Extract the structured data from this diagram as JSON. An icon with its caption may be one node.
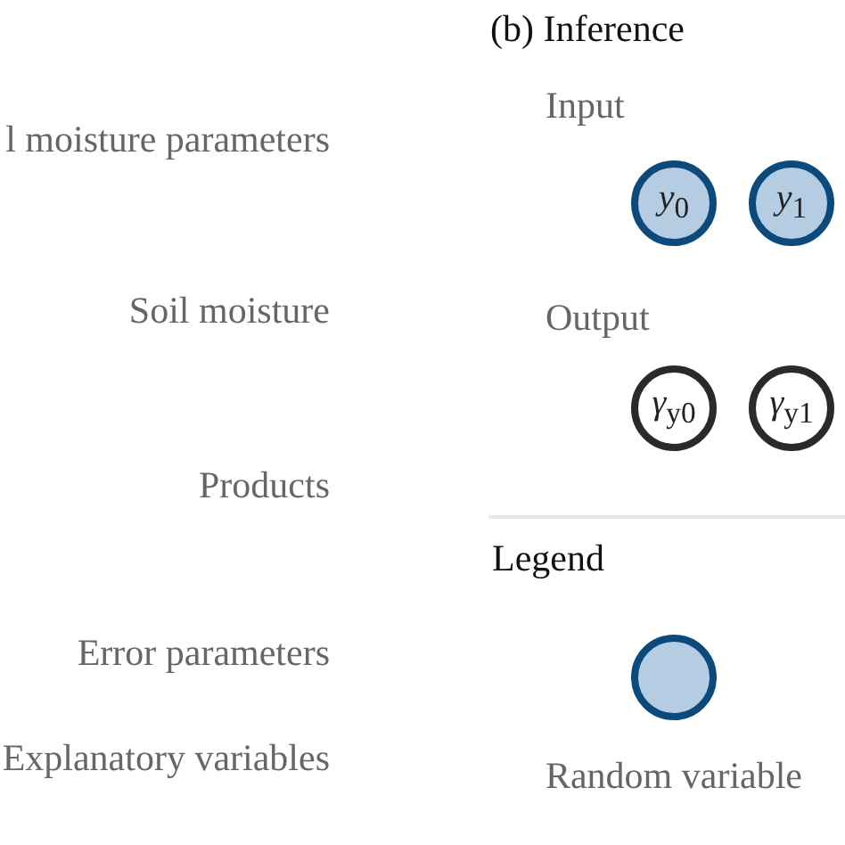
{
  "diagram": {
    "nodes": [
      {
        "text": [
          "*y*$_{0}$"
        ]
      },
      {
        "text": [
          "*y*$_{1}$"
        ]
      },
      {
        "text": [
          "*γ*$_{y0}$"
        ]
      },
      {
        "text": [
          "*γ*$_{y1}$"
        ]
      }
    ],
    "labels": [
      "l moisture parameters",
      "Soil moisture",
      "Products",
      "Error parameters",
      "Explanatory variables",
      "(b) Inference",
      "Input",
      "Output",
      "Legend"
    ],
    "legend": [
      {
        "text": "Random variable"
      }
    ]
  }
}
